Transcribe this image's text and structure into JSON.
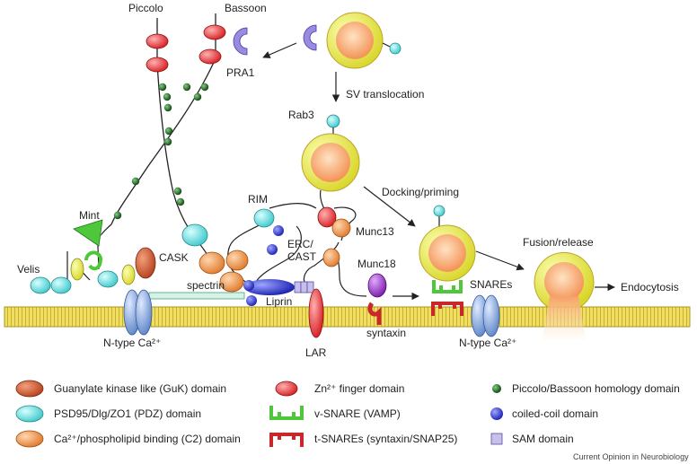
{
  "labels": {
    "piccolo": "Piccolo",
    "bassoon": "Bassoon",
    "pra1": "PRA1",
    "sv_translocation": "SV translocation",
    "rab3": "Rab3",
    "mint": "Mint",
    "velis": "Velis",
    "cask": "CASK",
    "rim": "RIM",
    "erc_line1": "ERC/",
    "erc_line2": "CAST",
    "munc13": "Munc13",
    "docking_priming": "Docking/priming",
    "spectrin": "spectrin",
    "liprin": "Liprin",
    "munc18": "Munc18",
    "snares": "SNAREs",
    "fusion_release": "Fusion/release",
    "endocytosis": "Endocytosis",
    "syntaxin": "syntaxin",
    "lar": "LAR",
    "n_type_ca_left": "N-type Ca²⁺",
    "n_type_ca_right": "N-type Ca²⁺"
  },
  "legend": [
    {
      "label": "Guanylate kinase like (GuK) domain",
      "icon": "guk-domain-icon"
    },
    {
      "label": "PSD95/Dlg/ZO1 (PDZ) domain",
      "icon": "pdz-domain-icon"
    },
    {
      "label": "Ca²⁺/phospholipid binding (C2) domain",
      "icon": "c2-domain-icon"
    },
    {
      "label": "Zn²⁺ finger domain",
      "icon": "zinc-finger-icon"
    },
    {
      "label": "v-SNARE (VAMP)",
      "icon": "v-snare-icon"
    },
    {
      "label": "t-SNAREs (syntaxin/SNAP25)",
      "icon": "t-snare-icon"
    },
    {
      "label": "Piccolo/Bassoon homology domain",
      "icon": "pbh-domain-icon"
    },
    {
      "label": "coiled-coil domain",
      "icon": "coiled-coil-icon"
    },
    {
      "label": "SAM domain",
      "icon": "sam-domain-icon"
    }
  ],
  "credit": "Current Opinion in Neurobiology",
  "colors": {
    "guk": "#c8502a",
    "pdz": "#4fd6d6",
    "c2": "#f0944a",
    "zinc": "#e83a3a",
    "pbh": "#1f5a1f",
    "coiled": "#2b2fc8",
    "sam": "#b8b0e0",
    "vsnare": "#4ec83a",
    "tsnare": "#c8282a",
    "vesicle_ring": "#f7ea6a",
    "vesicle_core": "#f8a86a",
    "membrane": "#f0dc5a",
    "channel": "#7fa6dc",
    "mint": "#4ec83a",
    "munc18": "#9b2fc8",
    "pra1": "#9a8ae0"
  }
}
